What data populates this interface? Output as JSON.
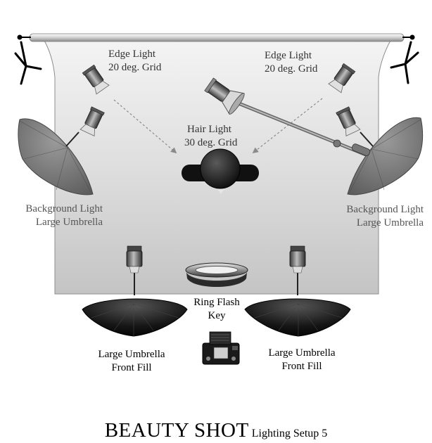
{
  "labels": {
    "edge_left": [
      "Edge Light",
      "20 deg. Grid"
    ],
    "edge_right": [
      "Edge Light",
      "20 deg. Grid"
    ],
    "hair": [
      "Hair Light",
      "30 deg. Grid"
    ],
    "bg_left": [
      "Background Light",
      "Large Umbrella"
    ],
    "bg_right": [
      "Background Light",
      "Large Umbrella"
    ],
    "key": [
      "Ring Flash",
      "Key"
    ],
    "fill_left": [
      "Large Umbrella",
      "Front Fill"
    ],
    "fill_right": [
      "Large Umbrella",
      "Front Fill"
    ]
  },
  "title": {
    "main": "BEAUTY SHOT",
    "sub": "Lighting Setup 5"
  },
  "icons": {
    "backdrop": "paper-backdrop-icon",
    "stand": "tripod-stand-icon",
    "light": "strobe-head-icon",
    "umbrella": "umbrella-icon",
    "subject": "subject-head-icon",
    "ringflash": "ring-flash-icon",
    "camera": "camera-icon",
    "boom": "boom-arm-icon"
  },
  "colors": {
    "backdrop_top": "#f2f2f2",
    "backdrop_bottom": "#c9c9c9",
    "umbrella_dark": "#111111",
    "umbrella_grey": "#7a7a7a",
    "arrow": "#8a8a8a"
  }
}
